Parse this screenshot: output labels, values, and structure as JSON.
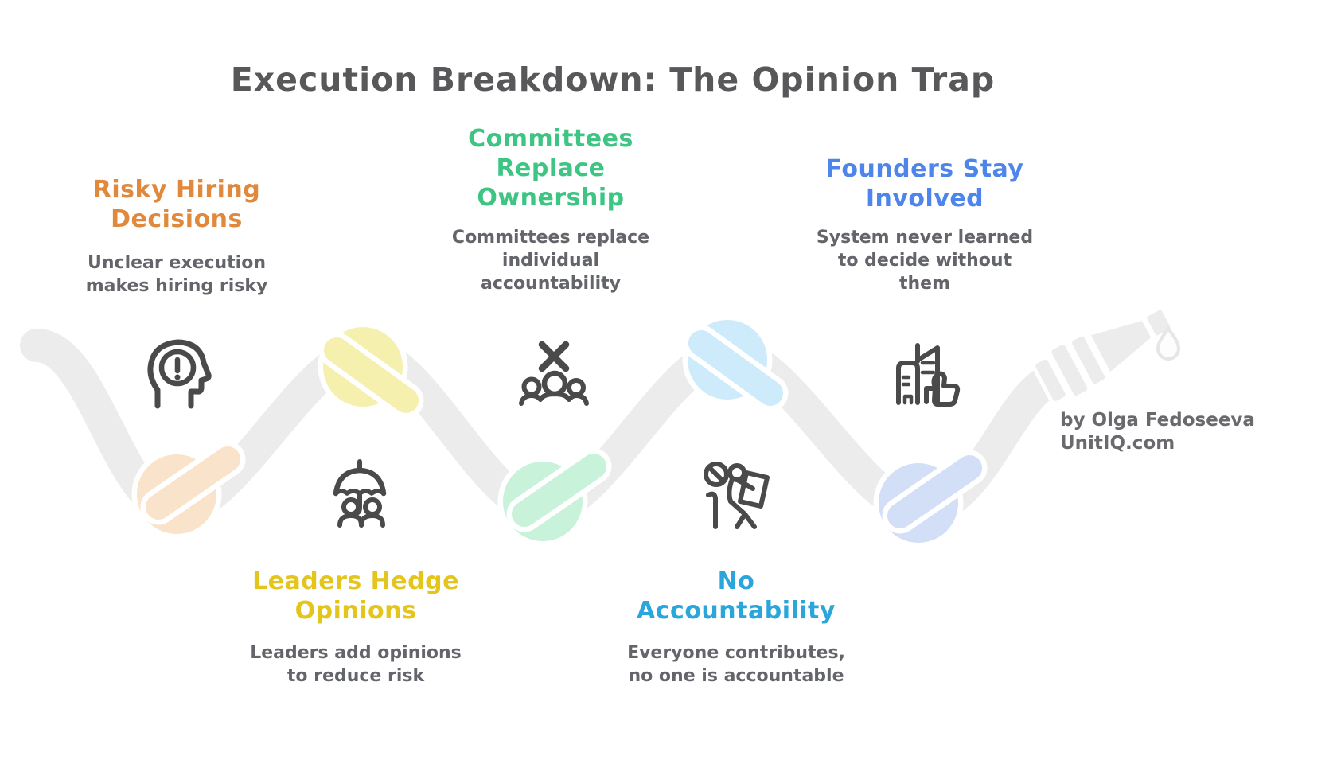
{
  "title": "Execution Breakdown: The Opinion Trap",
  "title_color": "#58585A",
  "byline": {
    "author": "by Olga Fedoseeva",
    "site": "UnitIQ.com"
  },
  "rope": {
    "color": "#ECECEC",
    "outline": "#FFFFFF"
  },
  "icon_color": "#4A4A4A",
  "steps": [
    {
      "heading": "Risky Hiring\nDecisions",
      "description": "Unclear execution\nmakes hiring risky",
      "color": "#E0883B",
      "knot_color": "#FAE3CB",
      "icon": "head-alert-icon"
    },
    {
      "heading": "Leaders Hedge\nOpinions",
      "description": "Leaders add opinions\nto reduce risk",
      "color": "#E4C51B",
      "knot_color": "#F6F0AE",
      "icon": "umbrella-team-icon"
    },
    {
      "heading": "Committees\nReplace\nOwnership",
      "description": "Committees replace\nindividual\naccountability",
      "color": "#3EC584",
      "knot_color": "#C8F2DA",
      "icon": "rejected-group-icon"
    },
    {
      "heading": "No\nAccountability",
      "description": "Everyone contributes,\nno one is accountable",
      "color": "#2AA6DB",
      "knot_color": "#CDEBFA",
      "icon": "blocked-worker-icon"
    },
    {
      "heading": "Founders Stay\nInvolved",
      "description": "System never learned\nto decide without\nthem",
      "color": "#4D85EA",
      "knot_color": "#D2DFF7",
      "icon": "city-thumbs-up-icon"
    }
  ]
}
